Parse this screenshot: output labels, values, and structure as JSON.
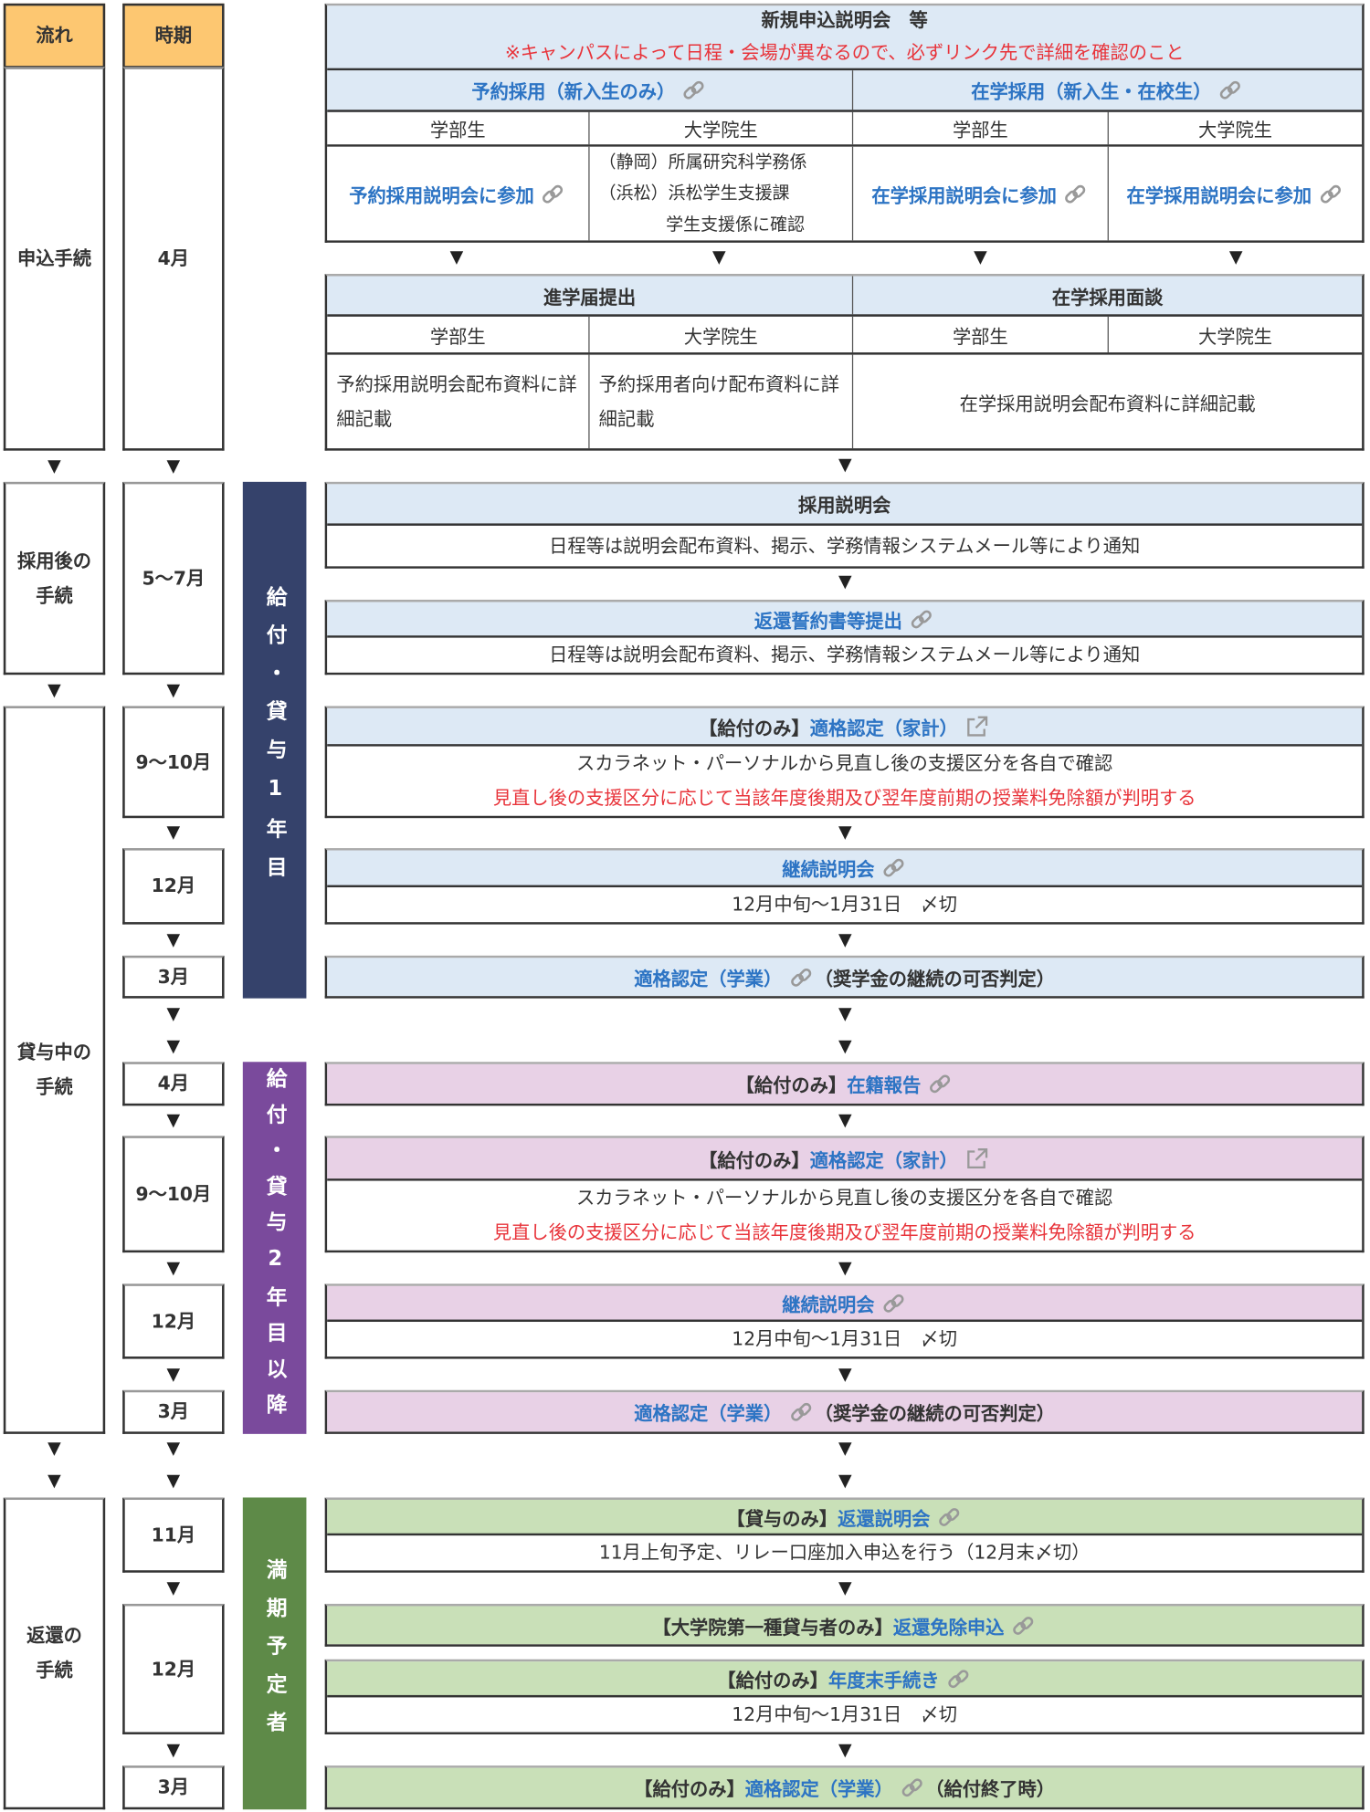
{
  "colors": {
    "header_orange": "#fdc771",
    "light_blue": "#dde9f5",
    "pink": "#e8d1e6",
    "light_green": "#c9e0b8",
    "band_navy": "#35426b",
    "band_purple": "#7a4a9c",
    "band_green": "#5e8a48",
    "link_blue": "#2d74c4",
    "note_red": "#e8333a"
  },
  "header": {
    "flow": "流れ",
    "period": "時期"
  },
  "flow": [
    "申込手続",
    "採用後の\n手続",
    "貸与中の\n手続",
    "返還の\n手続"
  ],
  "periods": [
    "4月",
    "5〜7月",
    "9〜10月",
    "12月",
    "3月",
    "4月",
    "9〜10月",
    "12月",
    "3月",
    "11月",
    "12月",
    "3月"
  ],
  "bands": [
    "給付・貸与1年目",
    "給付・貸与2年目以降",
    "満期予定者"
  ],
  "application": {
    "title": "新規申込説明会　等",
    "note": "※キャンパスによって日程・会場が異なるので、必ずリンク先で詳細を確認のこと",
    "reservation": "予約採用（新入生のみ）",
    "enrolled": "在学採用（新入生・在校生）",
    "undergrad": "学部生",
    "grad": "大学院生",
    "reservation_ug_link": "予約採用説明会に参加",
    "reservation_grad_lines": [
      "（静岡）所属研究科学務係",
      "（浜松）浜松学生支援課",
      "学生支援係に確認"
    ],
    "enrolled_ug_link": "在学採用説明会に参加",
    "enrolled_grad_link": "在学採用説明会に参加"
  },
  "followup": {
    "left_title": "進学届提出",
    "right_title": "在学採用面談",
    "left_ug": "予約採用説明会配布資料に詳細記載",
    "left_grad": "予約採用者向け配布資料に詳細記載",
    "right": "在学採用説明会配布資料に詳細記載"
  },
  "steps": [
    {
      "title": "採用説明会",
      "detail": "日程等は説明会配布資料、掲示、学務情報システムメール等により通知"
    },
    {
      "link": "返還誓約書等提出",
      "detail": "日程等は説明会配布資料、掲示、学務情報システムメール等により通知"
    },
    {
      "prefix": "【給付のみ】",
      "link": "適格認定（家計）",
      "detail": "スカラネット・パーソナルから見直し後の支援区分を各自で確認",
      "detail_red": "見直し後の支援区分に応じて当該年度後期及び翌年度前期の授業料免除額が判明する"
    },
    {
      "link": "継続説明会",
      "detail": "12月中旬〜1月31日　〆切"
    },
    {
      "link": "適格認定（学業）",
      "suffix": "（奨学金の継続の可否判定）"
    },
    {
      "prefix": "【給付のみ】",
      "link": "在籍報告"
    },
    {
      "prefix": "【給付のみ】",
      "link": "適格認定（家計）",
      "detail": "スカラネット・パーソナルから見直し後の支援区分を各自で確認",
      "detail_red": "見直し後の支援区分に応じて当該年度後期及び翌年度前期の授業料免除額が判明する"
    },
    {
      "link": "継続説明会",
      "detail": "12月中旬〜1月31日　〆切"
    },
    {
      "link": "適格認定（学業）",
      "suffix": "（奨学金の継続の可否判定）"
    },
    {
      "prefix": "【貸与のみ】",
      "link": "返還説明会",
      "detail": "11月上旬予定、リレー口座加入申込を行う（12月末〆切）"
    },
    {
      "prefix": "【大学院第一種貸与者のみ】",
      "link": "返還免除申込"
    },
    {
      "prefix": "【給付のみ】",
      "link": "年度末手続き",
      "detail": "12月中旬〜1月31日　〆切"
    },
    {
      "prefix": "【給付のみ】",
      "link": "適格認定（学業）",
      "suffix": "（給付終了時）"
    }
  ]
}
